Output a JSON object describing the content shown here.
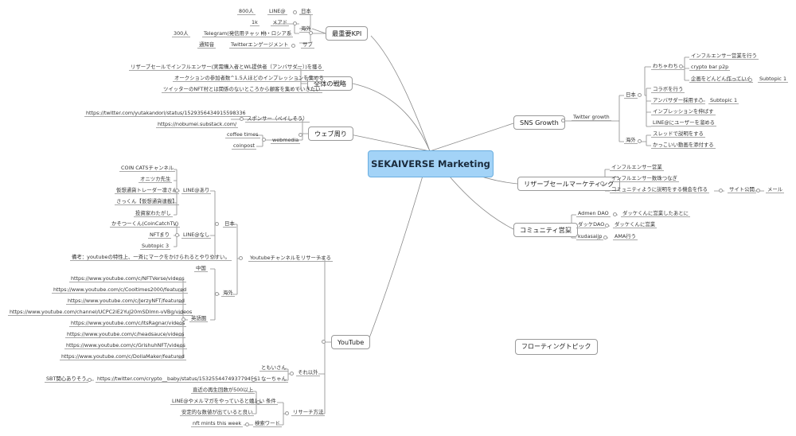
{
  "central": "SEKAIVERSE Marketing",
  "floating": "フローティングトピック",
  "kpi": {
    "title": "最重要KPI",
    "r1": {
      "val": "800人",
      "cat": "LINE@",
      "region": "日本"
    },
    "r2": {
      "val": "1k",
      "cat": "メアド"
    },
    "r3": {
      "val": "300人",
      "cat": "Telegram(発信用チャット)",
      "region": "中・ロシア系"
    },
    "r4": {
      "val": "通知音",
      "cat": "Twitterエンゲージメント",
      "region": "サブ"
    },
    "overseas": "海外"
  },
  "strategy": {
    "title": "全体の戦略",
    "items": [
      "リザーブセールでインフルエンサー(実需購入者とWL提供者（アンバサダー）)を獲る",
      "オークションの参加者数^1.5人ほどのインプレッションを集める",
      "ツイッターのNFT村とは関係のないところから顧客を集めていきたい"
    ]
  },
  "web": {
    "title": "ウェブ周り",
    "sponsor": "スポンサー（ペイしそう）",
    "sponsor_links": [
      "https://twitter.com/yutakandori/status/1529356434915598336",
      "https://nobumei.substack.com/"
    ],
    "webmedia": "webmedia",
    "media": [
      "coffee times",
      "coinpost"
    ]
  },
  "sns": {
    "title": "SNS Growth",
    "twitter": "Twitter growth",
    "japan": "日本",
    "wachawacha": "わちゃわちゃ",
    "waku_items": [
      "インフルエンサー営業を行う",
      "crypto bar p2p",
      "企画をどんどん作っていく"
    ],
    "subtopic1": "Subtopic 1",
    "jp_items": [
      "コラボを行う",
      "アンバサダー採用する",
      "インプレッションを伸ばす",
      "LINE@にユーザーを溜める"
    ],
    "subtopic1b": "Subtopic 1",
    "overseas": "海外",
    "os_items": [
      "スレッドで説明をする",
      "かっこいい動画を添付する"
    ]
  },
  "reserve": {
    "title": "リザーブセールマーケティング",
    "items": [
      "インフルエンサー営業",
      "インフルエンサー数珠つなぎ",
      "コミュニティように説明をする機会を作る"
    ],
    "site": "サイト公開",
    "mail": "メール"
  },
  "community": {
    "title": "コミュニティ営業",
    "rows": [
      {
        "a": "Admen DAO",
        "b": "ダッケくんに営業したあとに"
      },
      {
        "a": "ダッケDAO",
        "b": "ダッケくんに営業"
      },
      {
        "a": "kudasaijp",
        "b": "AMA行う"
      }
    ]
  },
  "youtube": {
    "title": "YouTube",
    "research": "Youtubeチャンネルをリサーチする",
    "japan": "日本",
    "line_yes": "LINE@あり",
    "line_yes_items": [
      "COIN CATSチャンネル",
      "オニツカ先生",
      "仮想通貨トレーダー凛さん",
      "さっくん【仮想通貨連載】",
      "投資家わたがし"
    ],
    "line_no": "LINE@なし",
    "line_no_items": [
      "かそつーくん(CoinCatchTV)",
      "NFTまり",
      "Subtopic 3"
    ],
    "note": "備考：youtubeの特性上、一斉にマークをかけられるとやりやすい。",
    "overseas": "海外",
    "china": "中国",
    "english": "英語圏",
    "english_links": [
      "https://www.youtube.com/c/NFTVerse/videos",
      "https://www.youtube.com/c/Cooltimes2000/featured",
      "https://www.youtube.com/c/JerzyNFT/featured",
      "https://www.youtube.com/channel/UCPC2iE2YuJ20mSDImn-vVBg/videos",
      "https://www.youtube.com/c/ItsRagnar/videos",
      "https://www.youtube.com/c/headsauce/videos",
      "https://www.youtube.com/c/GrishuhNFT/videos",
      "https://www.youtube.com/c/DollaMaker/featured"
    ],
    "other": "それ以外",
    "tomoisan": "ともいさん",
    "nacchan": "なーちゃん",
    "nacchan_link": "https://twitter.com/crypto__baby/status/1532554474937794561",
    "sbt": "SBT関心ありそう",
    "method": "リサーチ方法",
    "conditions": "条件",
    "cond_items": [
      "直近の再生回数が500以上",
      "LINE@やメルマガをやっていると嬉しい",
      "安定的な数値が出ていると良い"
    ],
    "keywords": "検索ワード",
    "nft_mints": "nft mints this week"
  }
}
